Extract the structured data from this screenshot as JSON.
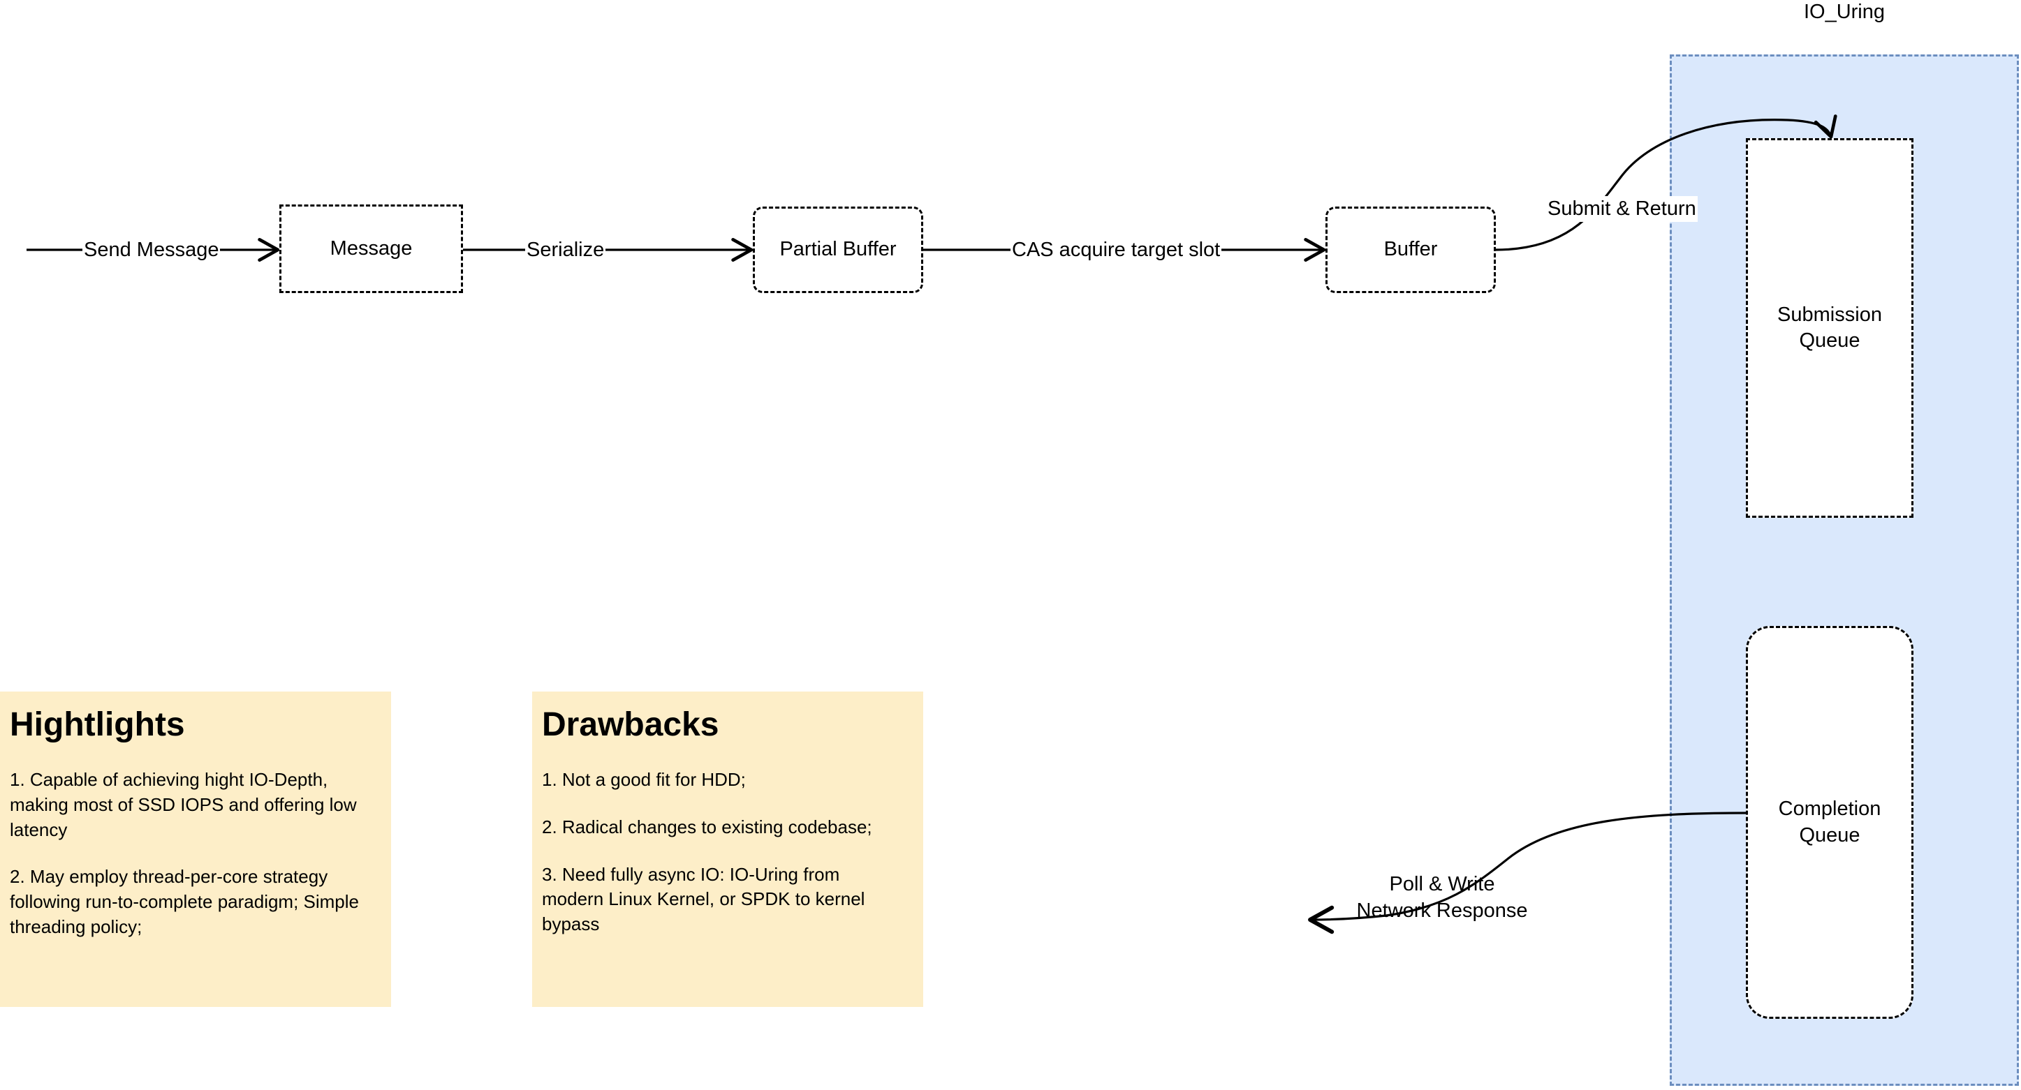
{
  "diagram": {
    "title_visible": false,
    "colors": {
      "group_fill": "#dae8fc",
      "group_stroke": "#6c8ebf",
      "node_stroke": "#000000",
      "node_fill": "#ffffff",
      "note_fill": "#fdeec8",
      "text": "#000000"
    },
    "group": {
      "label": "IO_Uring"
    },
    "nodes": [
      {
        "id": "message",
        "label": "Message"
      },
      {
        "id": "partial-buffer",
        "label": "Partial Buffer"
      },
      {
        "id": "buffer",
        "label": "Buffer"
      },
      {
        "id": "submission-queue",
        "label": "Submission\nQueue",
        "line1": "Submission",
        "line2": "Queue"
      },
      {
        "id": "completion-queue",
        "label": "Completion\nQueue",
        "line1": "Completion",
        "line2": "Queue"
      }
    ],
    "edges": [
      {
        "id": "send-message",
        "label": "Send Message"
      },
      {
        "id": "serialize",
        "label": "Serialize"
      },
      {
        "id": "cas-acquire",
        "label": "CAS acquire target slot"
      },
      {
        "id": "submit-return",
        "label": "Submit & Return"
      },
      {
        "id": "poll-write-line1",
        "label": "Poll & Write"
      },
      {
        "id": "poll-write-line2",
        "label": "Network Response"
      }
    ]
  },
  "notes": [
    {
      "id": "hightlights",
      "title": "Hightlights",
      "items": [
        "1. Capable of achieving hight IO-Depth, making most of SSD IOPS and offering low latency",
        "2. May employ thread-per-core strategy following run-to-complete paradigm; Simple threading policy;"
      ]
    },
    {
      "id": "drawbacks",
      "title": "Drawbacks",
      "items": [
        "1. Not a good fit for HDD;",
        "2. Radical changes to existing codebase;",
        "3. Need fully async IO: IO-Uring from modern Linux Kernel, or SPDK to kernel bypass"
      ]
    }
  ]
}
